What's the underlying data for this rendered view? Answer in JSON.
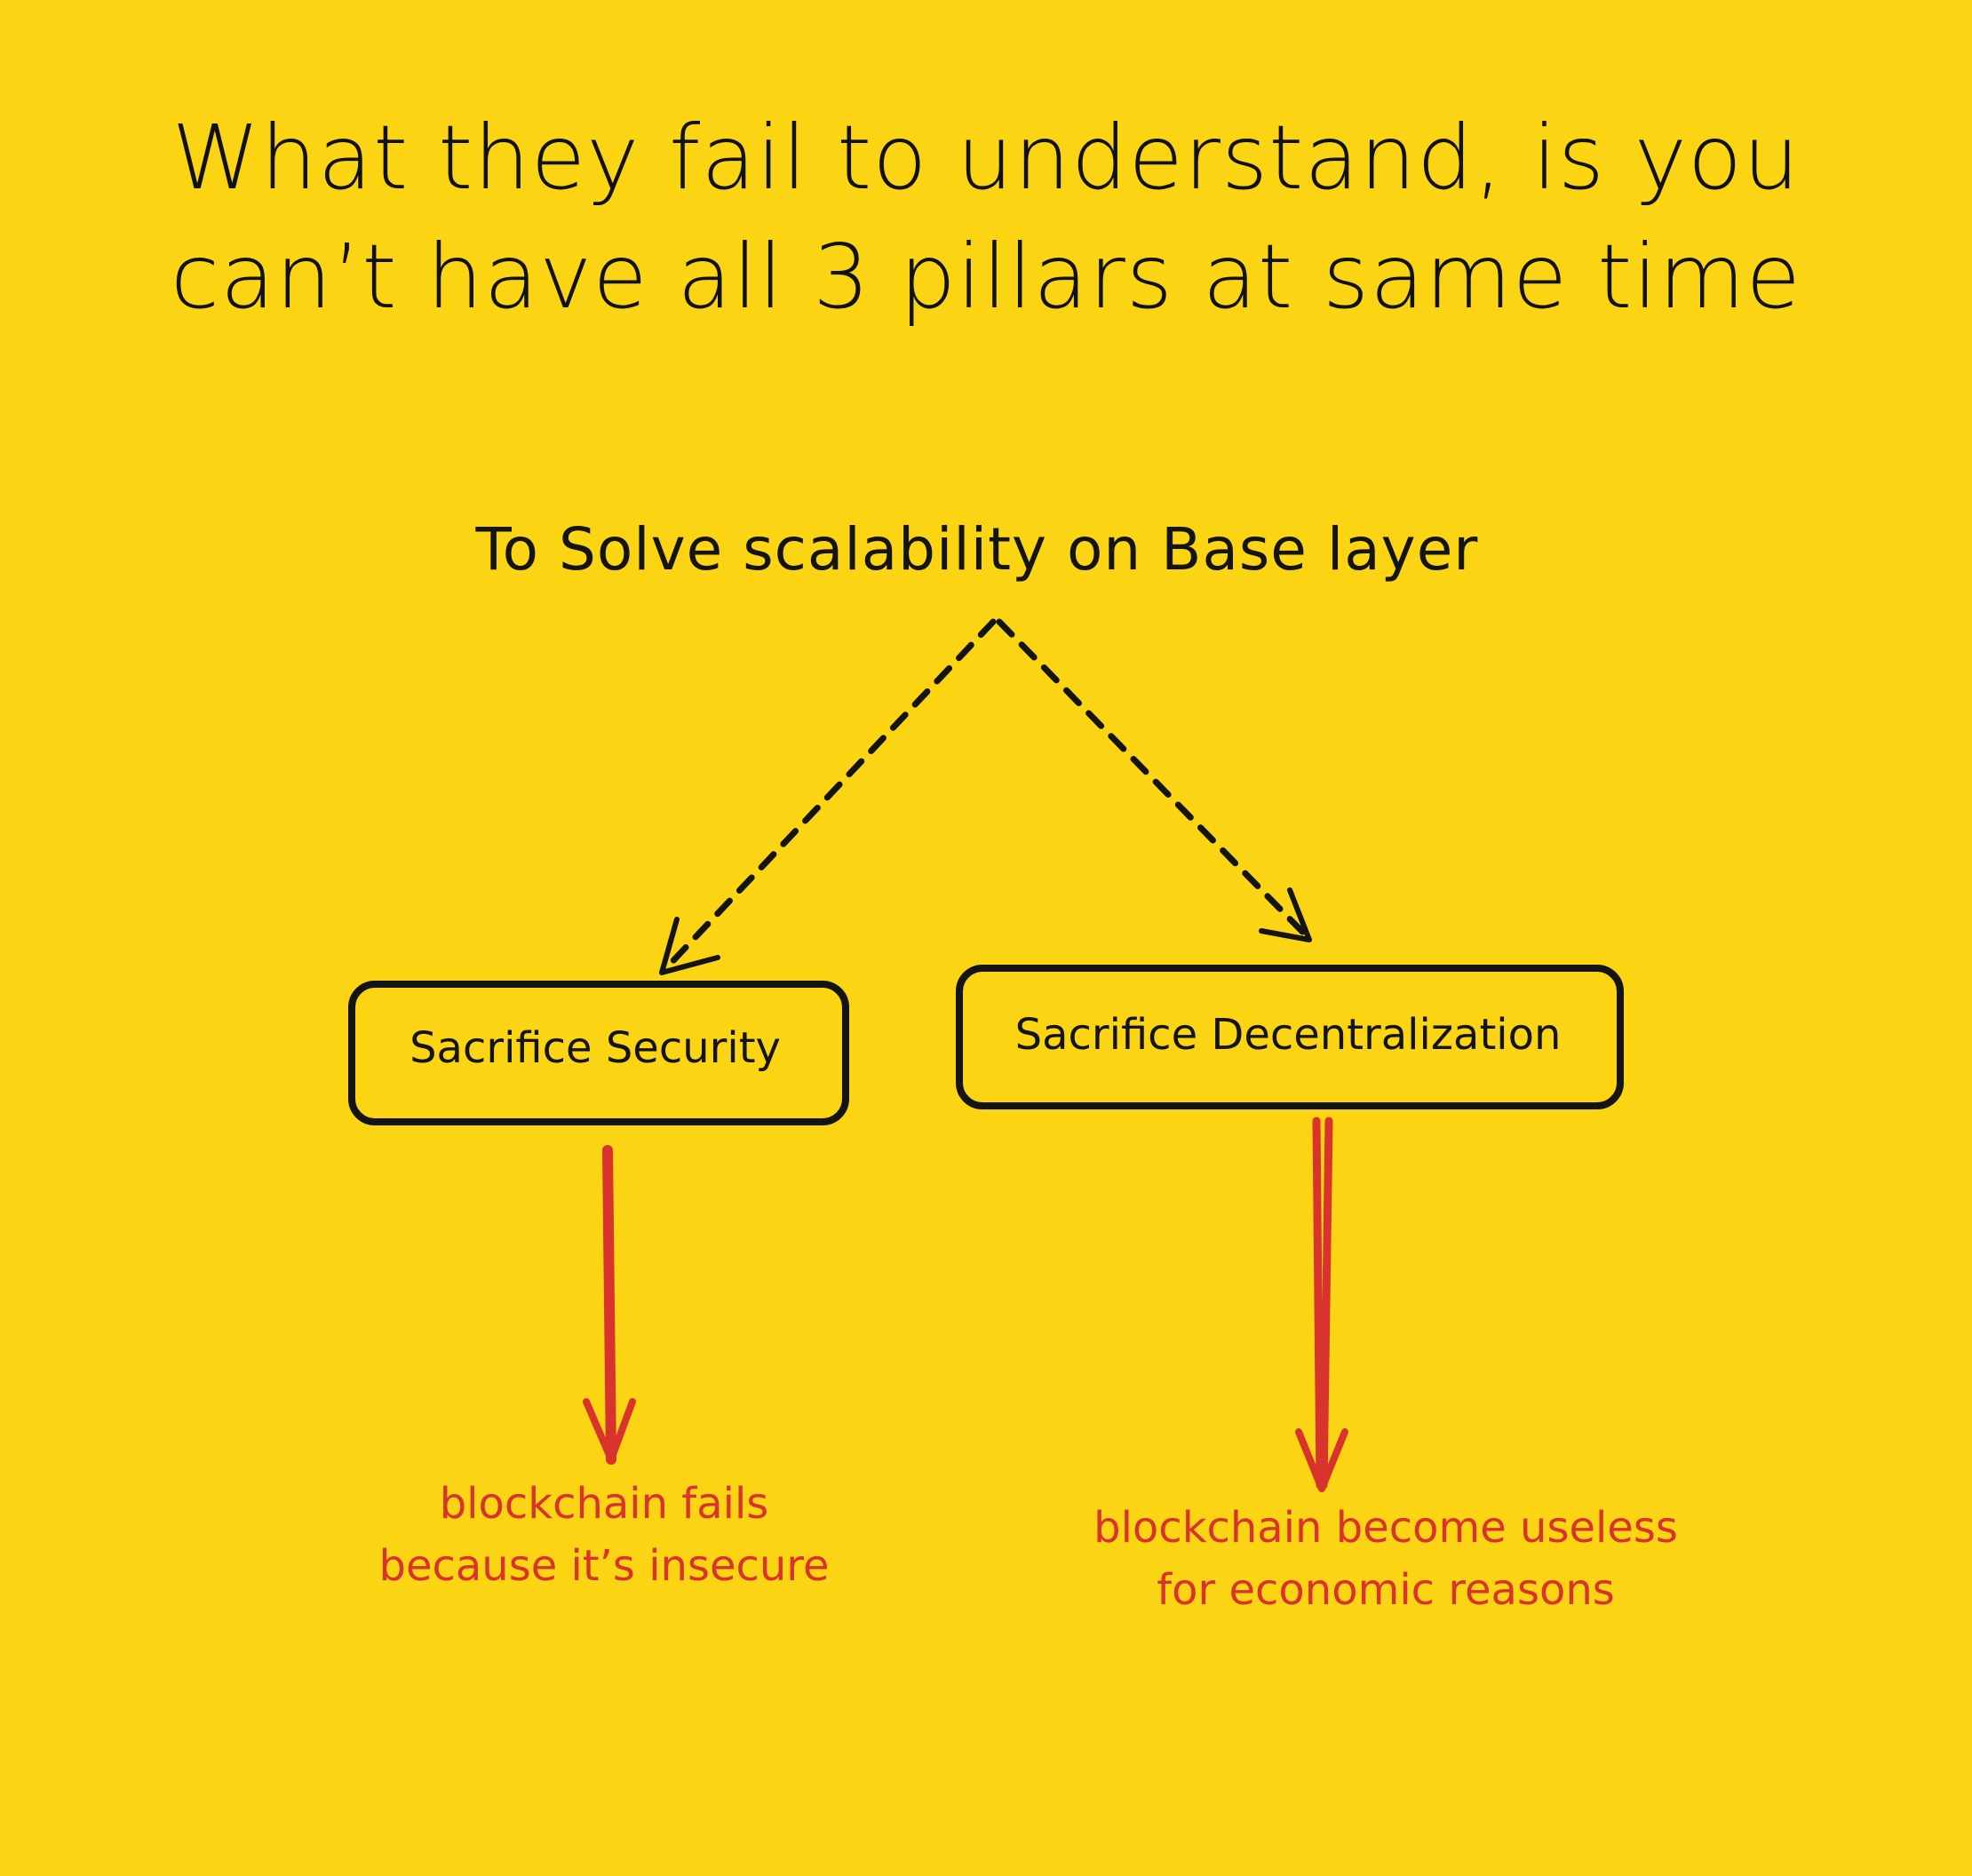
{
  "headline": {
    "line1": "What they fail to understand, is you",
    "line2": "can’t have all 3 pillars at same time"
  },
  "root": {
    "label": "To Solve scalability on Base layer"
  },
  "branches": [
    {
      "box_label": "Sacrifice Security",
      "outcome_line1": "blockchain fails",
      "outcome_line2": "because it’s insecure"
    },
    {
      "box_label": "Sacrifice Decentralization",
      "outcome_line1": "blockchain become useless",
      "outcome_line2": "for economic reasons"
    }
  ],
  "colors": {
    "background": "#fbd414",
    "ink": "#141414",
    "accent": "#d8332d"
  }
}
